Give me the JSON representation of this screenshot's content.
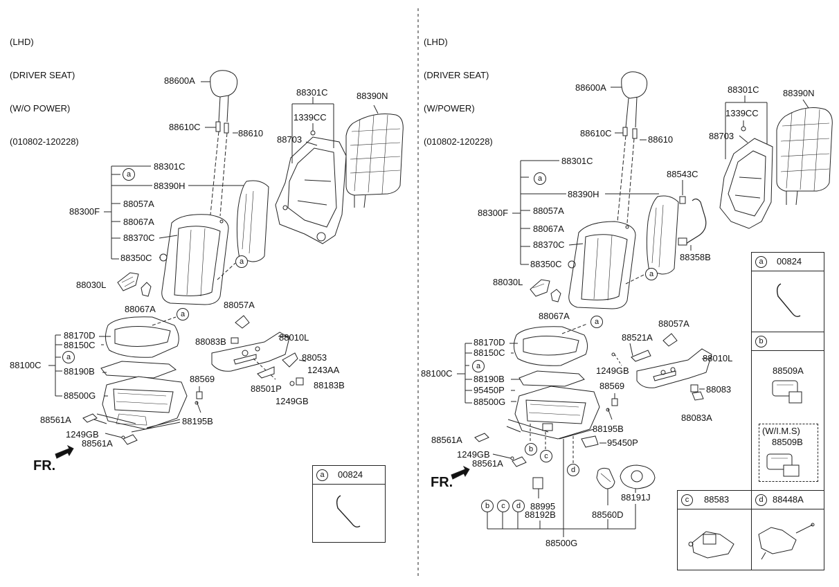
{
  "left_panel": {
    "header": [
      "(LHD)",
      "(DRIVER SEAT)",
      "(W/O POWER)",
      "(010802-120228)"
    ],
    "labels": {
      "p88600A": "88600A",
      "p88610C": "88610C",
      "p88610": "88610",
      "p88301C_top": "88301C",
      "p88390N": "88390N",
      "p1339CC": "1339CC",
      "p88703": "88703",
      "p88301C": "88301C",
      "p88390H": "88390H",
      "p88300F": "88300F",
      "p88057A": "88057A",
      "p88067A": "88067A",
      "p88370C": "88370C",
      "p88350C": "88350C",
      "p88030L": "88030L",
      "p88067A_b": "88067A",
      "p88057A_b": "88057A",
      "p88170D": "88170D",
      "p88150C": "88150C",
      "p88100C": "88100C",
      "p88190B": "88190B",
      "p88500G": "88500G",
      "p88083B": "88083B",
      "p88010L": "88010L",
      "p88053": "88053",
      "p1243AA": "1243AA",
      "p88501P": "88501P",
      "p88183B": "88183B",
      "p1249GB": "1249GB",
      "p88569": "88569",
      "p88195B": "88195B",
      "p88561A": "88561A",
      "p1249GB_b": "1249GB",
      "p88561A_b": "88561A"
    },
    "fr": "FR.",
    "callout": "a",
    "legend_box": {
      "letter": "a",
      "part": "00824"
    }
  },
  "right_panel": {
    "header": [
      "(LHD)",
      "(DRIVER SEAT)",
      "(W/POWER)",
      "(010802-120228)"
    ],
    "labels": {
      "p88600A": "88600A",
      "p88610C": "88610C",
      "p88610": "88610",
      "p88301C_top": "88301C",
      "p88390N": "88390N",
      "p1339CC": "1339CC",
      "p88703": "88703",
      "p88301C": "88301C",
      "p88543C": "88543C",
      "p88390H": "88390H",
      "p88300F": "88300F",
      "p88057A": "88057A",
      "p88067A": "88067A",
      "p88370C": "88370C",
      "p88350C": "88350C",
      "p88358B": "88358B",
      "p88030L": "88030L",
      "p88067A_b": "88067A",
      "p88170D": "88170D",
      "p88150C": "88150C",
      "p88100C": "88100C",
      "p88190B": "88190B",
      "p95450P": "95450P",
      "p88500G": "88500G",
      "p88521A": "88521A",
      "p88057A_b": "88057A",
      "p88010L": "88010L",
      "p1249GB": "1249GB",
      "p88569": "88569",
      "p88083": "88083",
      "p88083A": "88083A",
      "p88195B": "88195B",
      "p95450P_b": "95450P",
      "p88561A": "88561A",
      "p1249GB_b": "1249GB",
      "p88561A_b": "88561A",
      "p88995": "88995",
      "p88192B": "88192B",
      "p88560D": "88560D",
      "p88191J": "88191J",
      "p88500G_b": "88500G"
    },
    "fr": "FR.",
    "callouts": {
      "a": "a",
      "b": "b",
      "c": "c",
      "d": "d"
    },
    "legend_boxes": {
      "a": {
        "letter": "a",
        "part": "00824"
      },
      "b": {
        "letter": "b",
        "part": "88509A",
        "option": "(W/I.M.S)",
        "option_part": "88509B"
      },
      "c": {
        "letter": "c",
        "part": "88583"
      },
      "d": {
        "letter": "d",
        "part": "88448A"
      }
    }
  }
}
